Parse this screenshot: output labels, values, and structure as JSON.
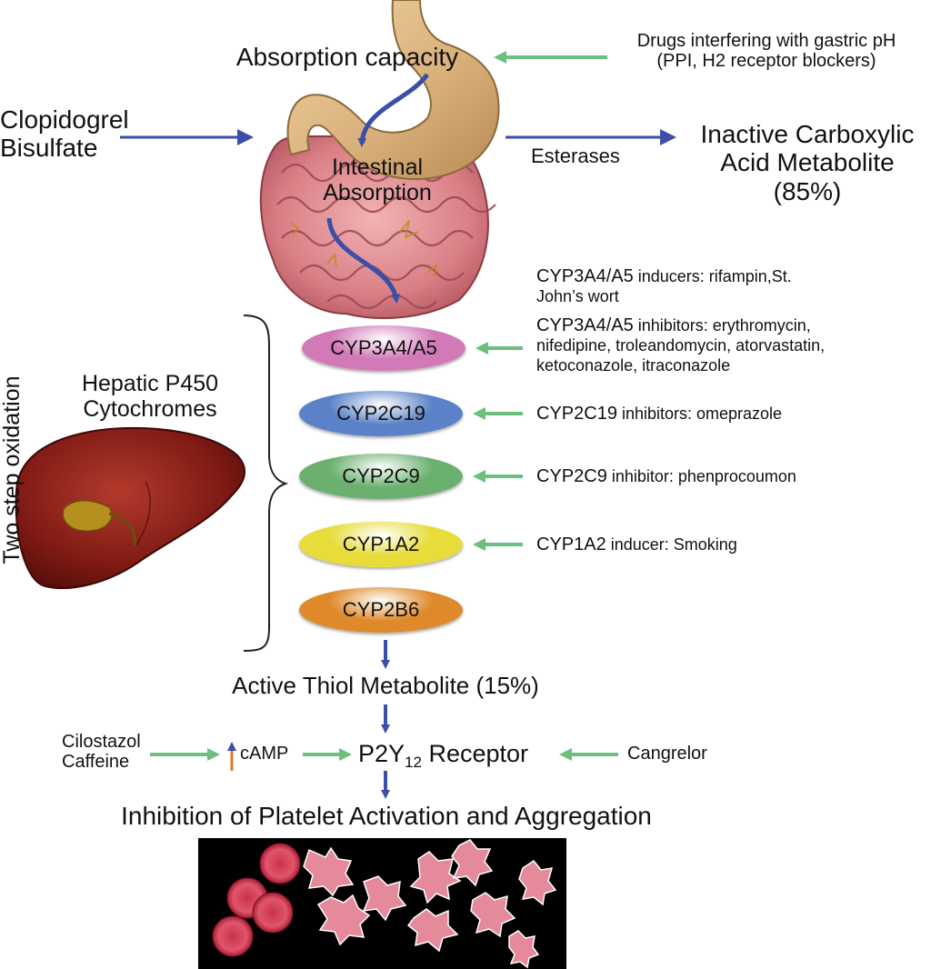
{
  "labels": {
    "absorption_capacity": "Absorption capacity",
    "gastric_drugs_line1": "Drugs interfering with gastric pH",
    "gastric_drugs_line2": "(PPI, H2 receptor blockers)",
    "clopidogrel_line1": "Clopidogrel",
    "clopidogrel_line2": "Bisulfate",
    "intestinal_line1": "Intestinal",
    "intestinal_line2": "Absorption",
    "esterases": "Esterases",
    "inactive_line1": "Inactive Carboxylic",
    "inactive_line2": "Acid Metabolite",
    "inactive_line3": "(85%)",
    "hepatic_line1": "Hepatic P450",
    "hepatic_line2": "Cytochromes",
    "two_step": "Two step oxidation",
    "active_metabolite": "Active Thiol Metabolite (15%)",
    "cilostazol": "Cilostazol",
    "caffeine": "Caffeine",
    "camp": "cAMP",
    "p2y_prefix": "P2Y",
    "p2y_sub": "12",
    "p2y_suffix": " Receptor",
    "cangrelor": "Cangrelor",
    "inhibition": "Inhibition of Platelet Activation and Aggregation"
  },
  "enzymes": [
    {
      "name": "CYP3A4/A5",
      "color": "#d27ab8"
    },
    {
      "name": "CYP2C19",
      "color": "#5b82c8"
    },
    {
      "name": "CYP2C9",
      "color": "#6cb070"
    },
    {
      "name": "CYP1A2",
      "color": "#e7dc3a"
    },
    {
      "name": "CYP2B6",
      "color": "#df8a2a"
    }
  ],
  "modulators": {
    "cyp3a4_inducers_key": "CYP3A4/A5",
    "cyp3a4_inducers_text": " inducers: rifampin,St.",
    "cyp3a4_inducers_text2": "John’s wort",
    "cyp3a4_inhibitors_key": "CYP3A4/A5",
    "cyp3a4_inhibitors_text": " inhibitors: erythromycin,",
    "cyp3a4_inhibitors_text2": "nifedipine, troleandomycin, atorvastatin,",
    "cyp3a4_inhibitors_text3": "ketoconazole, itraconazole",
    "cyp2c19_key": "CYP2C19",
    "cyp2c19_text": " inhibitors: omeprazole",
    "cyp2c9_key": "CYP2C9",
    "cyp2c9_text": " inhibitor: phenprocoumon",
    "cyp1a2_key": "CYP1A2",
    "cyp1a2_text": " inducer: Smoking"
  },
  "colors": {
    "blue_arrow": "#3a4fa8",
    "green_arrow": "#6cbf7c",
    "orange_arrow": "#e07a28"
  }
}
